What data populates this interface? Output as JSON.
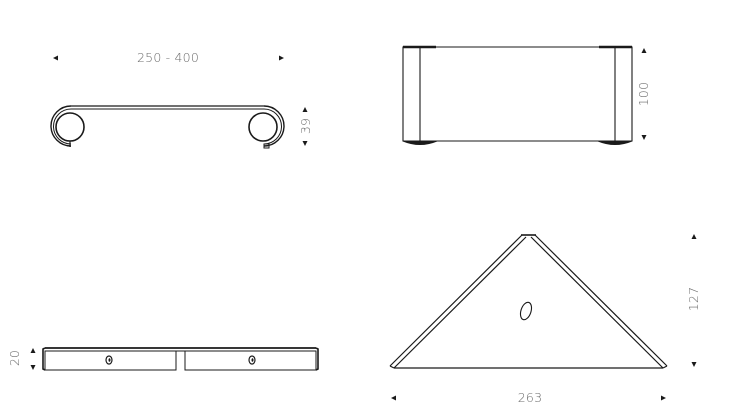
{
  "diagram": {
    "type": "technical-product-drawing",
    "colors": {
      "line": "#1a1a1a",
      "dimension_text": "#6b6b6b",
      "arrow": "#1a1a1a",
      "background": "#ffffff"
    },
    "views": {
      "top_left_side_view": {
        "dimension_width": "250 - 400",
        "dimension_height": "39"
      },
      "top_right_front_view": {
        "dimension_height": "100"
      },
      "bottom_left_top_view": {
        "dimension_height": "20"
      },
      "bottom_right_corner_view": {
        "dimension_width": "263",
        "dimension_height": "127"
      }
    }
  }
}
